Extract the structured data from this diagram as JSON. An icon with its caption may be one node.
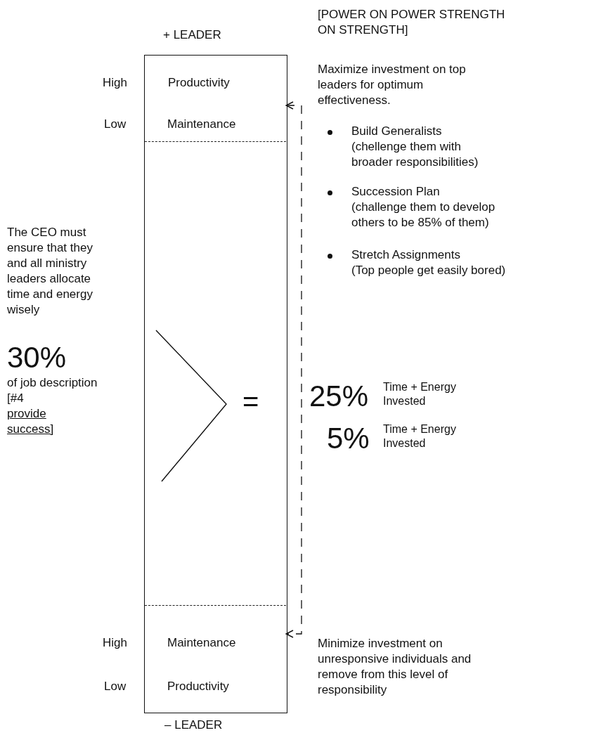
{
  "diagram": {
    "nodes": [
      {
        "text": [
          "+ LEADER",
          "– LEADER"
        ]
      },
      {
        "text": [
          "Productivity",
          "Maintenance"
        ],
        "in": 0,
        "beside": [
          "High",
          "Low"
        ]
      },
      {
        "text": [
          "Maintenance",
          "Productivity"
        ],
        "in": 0,
        "beside": [
          "High",
          "Low"
        ]
      }
    ],
    "edges": [
      {
        "from": 1,
        "to": 2,
        "arrow": "both",
        "style": "dashed"
      }
    ],
    "labels": [
      "[POWER ON POWER STRENGTH ON STRENGTH]",
      "Maximize investment on top leaders for optimum effectiveness.",
      "Build Generalists",
      "(chellenge them with broader responsibilities)",
      "Succession Plan",
      "(challenge them to develop others to be 85% of them)",
      "Stretch Assignments",
      "(Top people get easily bored)",
      "The CEO must ensure that they and all ministry leaders allocate time and energy wisely",
      "=",
      "25%",
      "Time + Energy Invested",
      "5%",
      "Time + Energy Invested",
      "30%",
      "of job description [#4",
      "provide success]",
      "Minimize investment on unresponsive individuals and remove from this level of responsibility"
    ]
  }
}
